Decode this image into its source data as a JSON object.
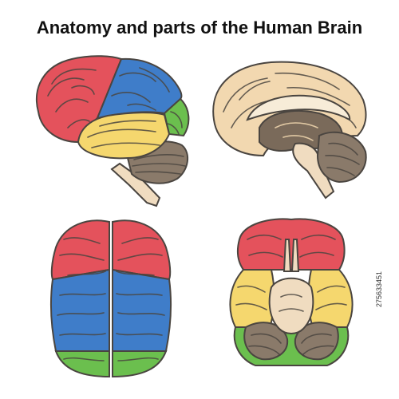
{
  "title": "Anatomy and parts of the Human Brain",
  "stock_id": "275633451",
  "colors": {
    "frontal": "#e4525c",
    "parietal": "#3f7dc9",
    "temporal": "#f5d76e",
    "occipital": "#6bbf4e",
    "cerebellum": "#8a7a6a",
    "brainstem": "#f0dcc0",
    "medial_cortex": "#f2d8b0",
    "deep_structures": "#7a6a5a",
    "outline": "#4a4540"
  },
  "views": [
    {
      "id": "lateral",
      "icon": "brain-lateral-view-icon"
    },
    {
      "id": "sagittal",
      "icon": "brain-sagittal-section-icon"
    },
    {
      "id": "superior",
      "icon": "brain-superior-view-icon"
    },
    {
      "id": "inferior",
      "icon": "brain-inferior-view-icon"
    }
  ]
}
